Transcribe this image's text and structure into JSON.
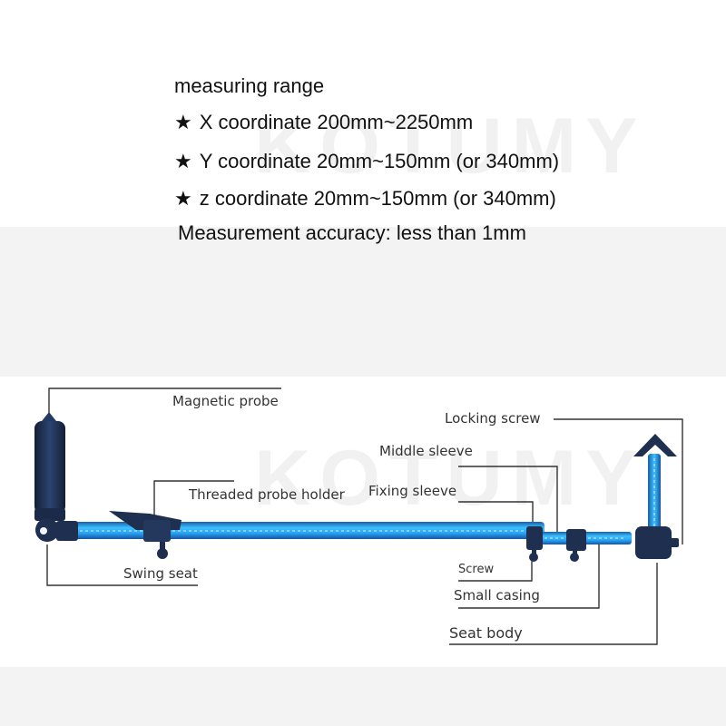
{
  "watermark": "KOTUMY",
  "specs": {
    "heading": "measuring range",
    "x": "X coordinate 200mm~2250mm",
    "y": "Y coordinate 20mm~150mm (or 340mm)",
    "z": "z coordinate 20mm~150mm (or 340mm)",
    "accuracy": "Measurement accuracy: less than 1mm",
    "bullet": "★"
  },
  "labels": {
    "magnetic_probe": "Magnetic probe",
    "threaded_probe_holder": "Threaded probe holder",
    "swing_seat": "Swing seat",
    "locking_screw": "Locking screw",
    "middle_sleeve": "Middle sleeve",
    "fixing_sleeve": "Fixing sleeve",
    "screw": "Screw",
    "small_casing": "Small casing",
    "seat_body": "Seat body"
  },
  "colors": {
    "bar_blue": "#2aa4f4",
    "bar_dark": "#1a5fa8",
    "navy": "#1e2f4f",
    "leader": "#333333"
  }
}
